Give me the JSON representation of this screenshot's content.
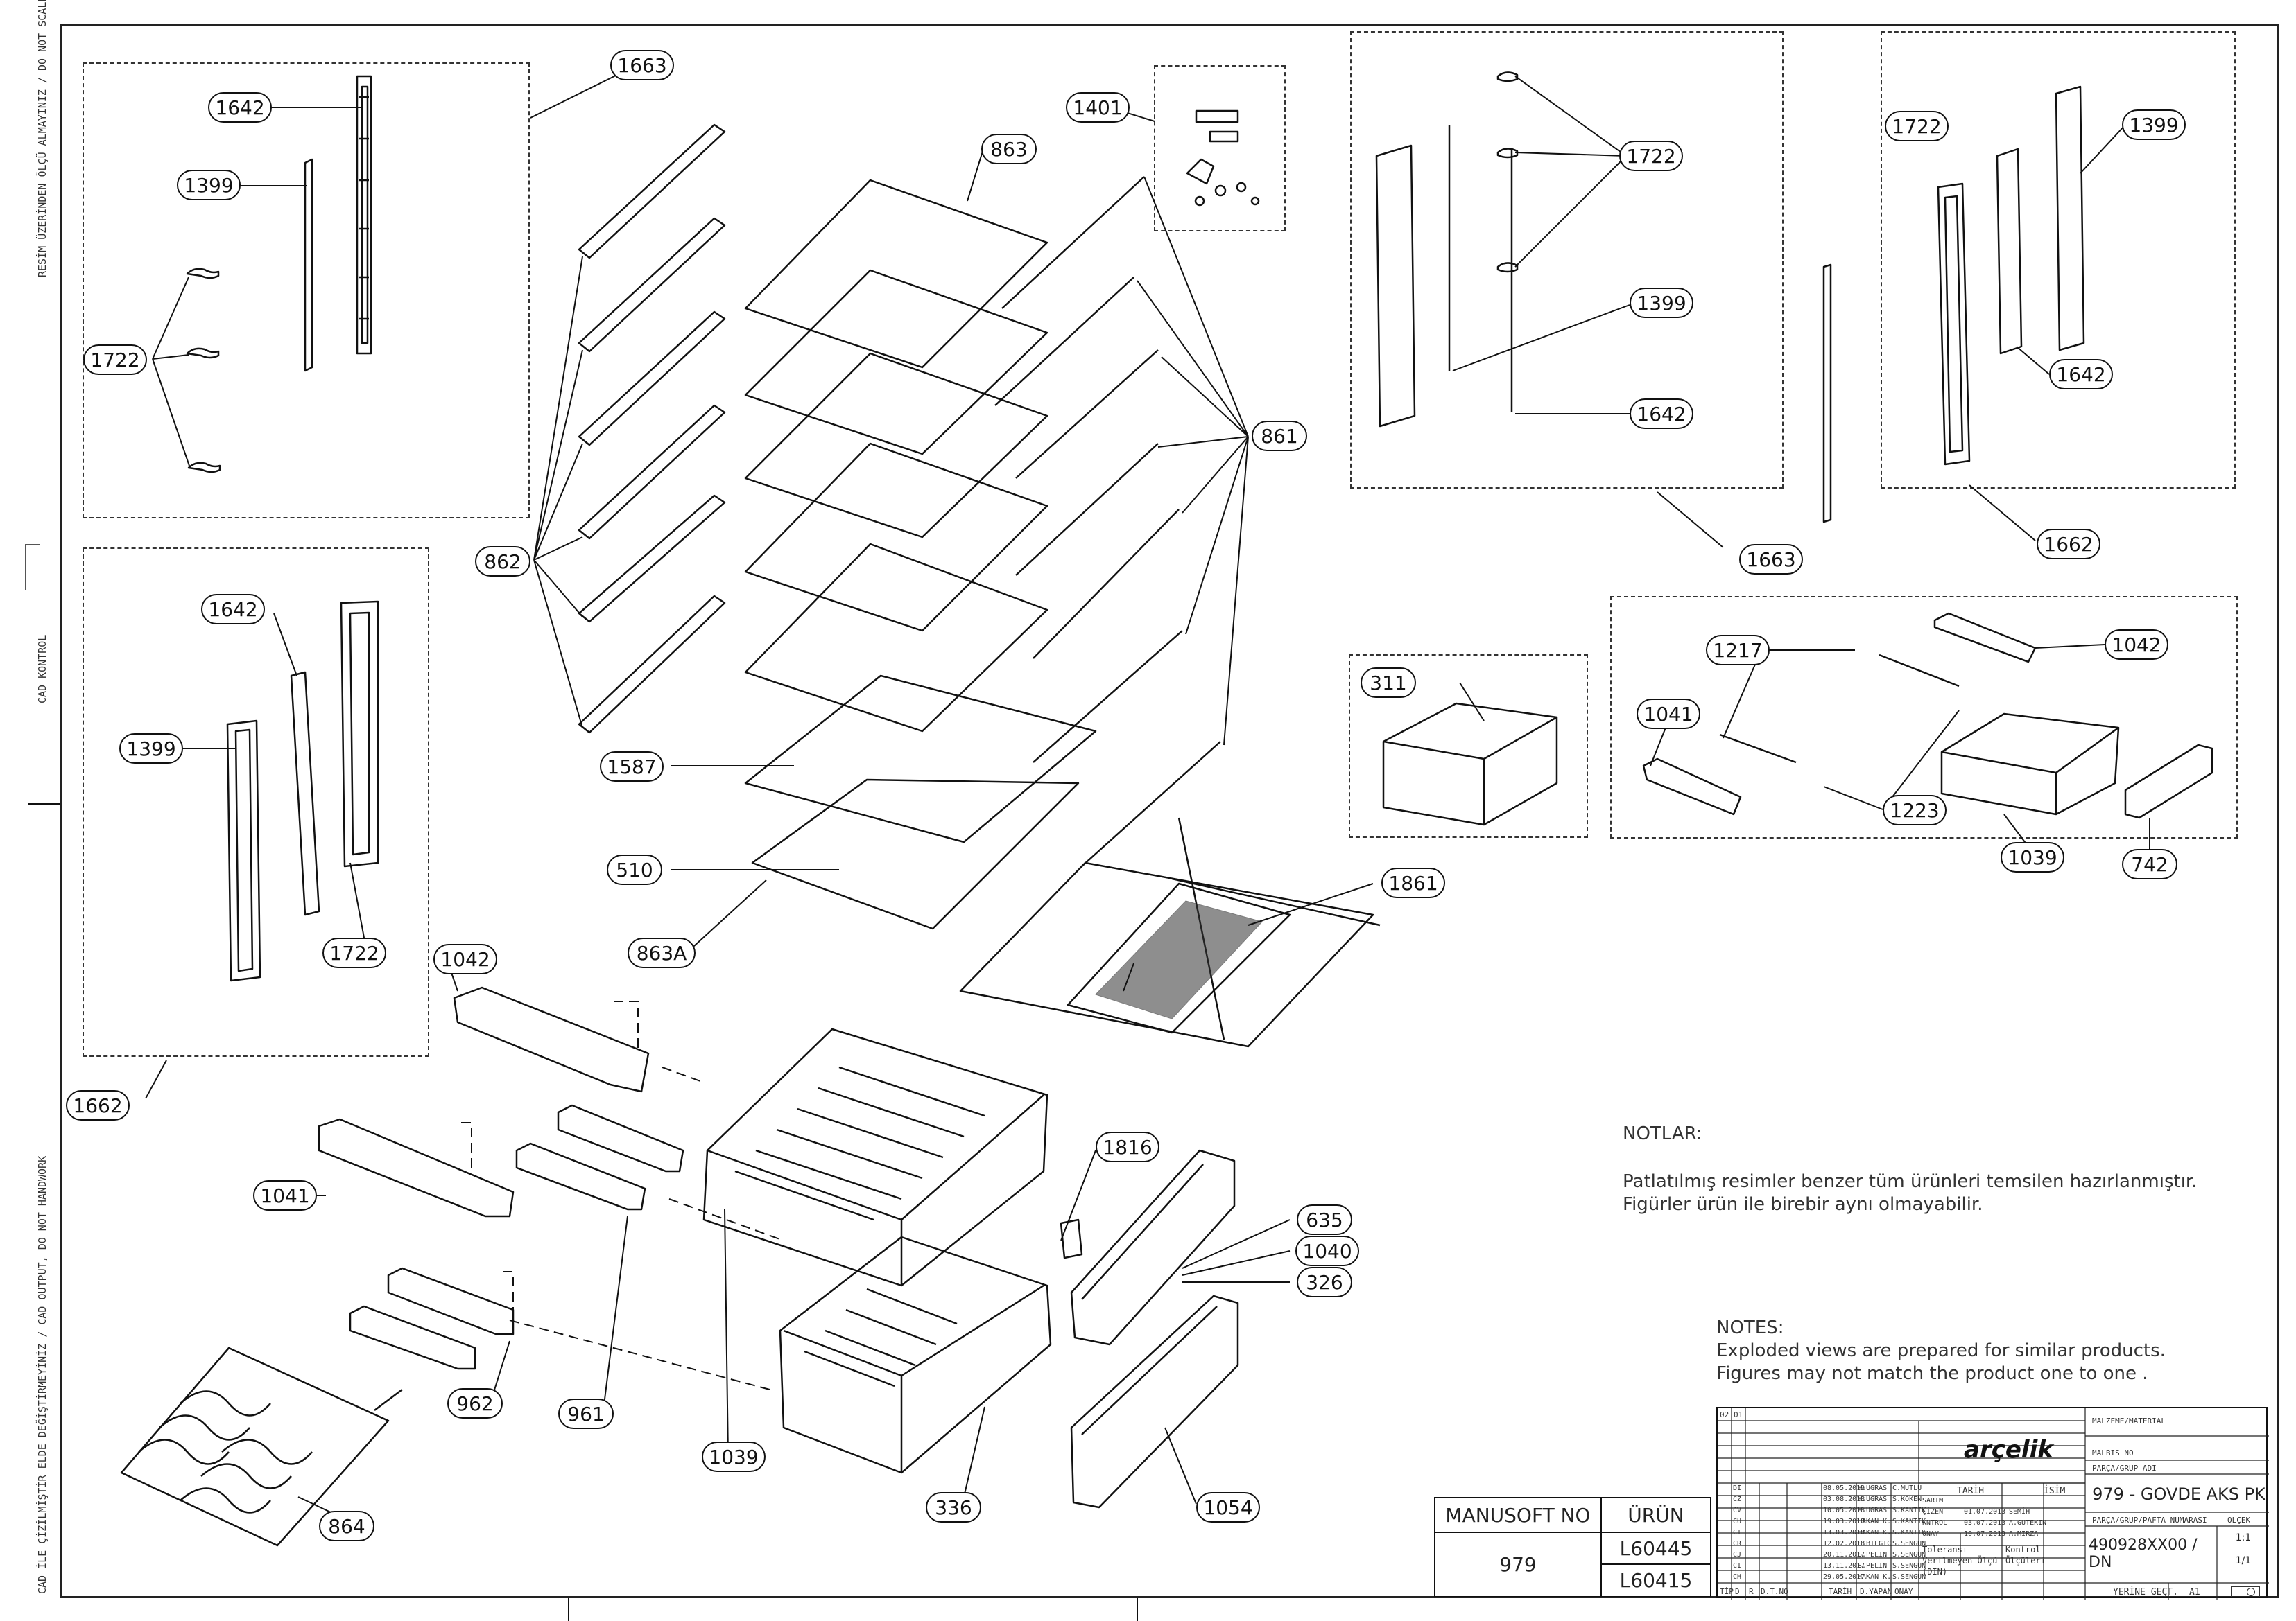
{
  "sheet": {
    "side_left_top": "RESİM ÜZERİNDEN ÖLÇÜ ALMAYINIZ / DO NOT SCALE",
    "side_left_mid": "CAD KONTROL",
    "side_left_bottom": "CAD İLE ÇİZİLMİŞTİR ELDE DEĞİŞTİRMEYİNİZ / CAD OUTPUT, DO NOT HANDWORK"
  },
  "callouts": {
    "c1663a": "1663",
    "c1642a": "1642",
    "c1399a": "1399",
    "c1722a": "1722",
    "c862": "862",
    "c863": "863",
    "c1401": "1401",
    "c861": "861",
    "c1587": "1587",
    "c510": "510",
    "c863A": "863A",
    "c1861": "1861",
    "c1642b": "1642",
    "c1399b": "1399",
    "c1722b": "1722",
    "c1662a": "1662",
    "c1042a": "1042",
    "c1041a": "1041",
    "c962": "962",
    "c961": "961",
    "c1039a": "1039",
    "c1816": "1816",
    "c635": "635",
    "c1040": "1040",
    "c326": "326",
    "c336": "336",
    "c1054": "1054",
    "c864": "864",
    "c1722c": "1722",
    "c1399c": "1399",
    "c1642c": "1642",
    "c1663b": "1663",
    "c1722d": "1722",
    "c1399d": "1399",
    "c1642d": "1642",
    "c1662b": "1662",
    "c311": "311",
    "c1217": "1217",
    "c1042b": "1042",
    "c1041b": "1041",
    "c1223": "1223",
    "c1039b": "1039",
    "c742": "742"
  },
  "notes": {
    "tr_title": "NOTLAR:",
    "tr_line1": "Patlatılmış  resimler benzer tüm ürünleri temsilen  hazırlanmıştır.",
    "tr_line2": "Figürler ürün ile birebir aynı olmayabilir.",
    "en_title": "NOTES:",
    "en_line1": "Exploded views are prepared for similar products.",
    "en_line2": "Figures  may not match the product one to one ."
  },
  "manusoft": {
    "head_left": "MANUSOFT NO",
    "head_right": "ÜRÜN",
    "value_left": "979",
    "value_right_1": "L60445",
    "value_right_2": "L60415"
  },
  "title_block": {
    "brand": "arçelik",
    "material_label": "MALZEME/MATERIAL",
    "malbis_label": "MALBIS NO",
    "part_group_label": "PARÇA/GRUP ADI",
    "part_name": "979 - GOVDE AKS PK",
    "part_number_label": "PARÇA/GRUP/PAFTA NUMARASI",
    "scale_label": "ÖLÇEK",
    "scale_value": "1:1",
    "part_number": "490928XX00 / DN",
    "sheet_value": "1/1",
    "replaces": "YERİNE GEÇT.",
    "size": "A1",
    "tolerance": "Toleransı Verilmeyen Ölçü (DIN)",
    "control": "Kontrol Ölçüleri",
    "col_headers": [
      "TİP",
      "D",
      "R",
      "D.T.NO",
      "TARİH",
      "D.YAPAN",
      "ONAY"
    ],
    "rev_codes": [
      "DI",
      "CZ",
      "CV",
      "CU",
      "CT",
      "CR",
      "CJ",
      "CI",
      "CH"
    ],
    "rev_rows": [
      [
        "08.05.2019",
        "M.UGRAS",
        "C.MUTLU"
      ],
      [
        "03.08.2018",
        "M.UGRAS",
        "S.KOKEN"
      ],
      [
        "10.05.2018",
        "M.UGRAS",
        "S.KANTIK"
      ],
      [
        "19.03.2018",
        "HAKAN K.",
        "S.KANTIK"
      ],
      [
        "13.03.2018",
        "HAKAN K.",
        "S.KANTIK"
      ],
      [
        "12.02.2018",
        "S.BILGIC",
        "S.SENGUN"
      ],
      [
        "20.11.2017",
        "S.PELIN",
        "S.SENGUN"
      ],
      [
        "13.11.2017",
        "S.PELIN",
        "S.SENGUN"
      ],
      [
        "29.05.2017",
        "HAKAN K.",
        "S.SENGUN"
      ]
    ],
    "sign_head": [
      "TARİH",
      "İSİM"
    ],
    "sign_rows": [
      [
        "SARIM",
        "",
        ""
      ],
      [
        "ÇİZEN",
        "01.07.2013",
        "SEMİH"
      ],
      [
        "KNTROL",
        "03.07.2013",
        "A.GUTEKIN"
      ],
      [
        "ONAY",
        "10.07.2013",
        "A.MIRZA"
      ]
    ],
    "top_nums": [
      "02",
      "01"
    ]
  }
}
